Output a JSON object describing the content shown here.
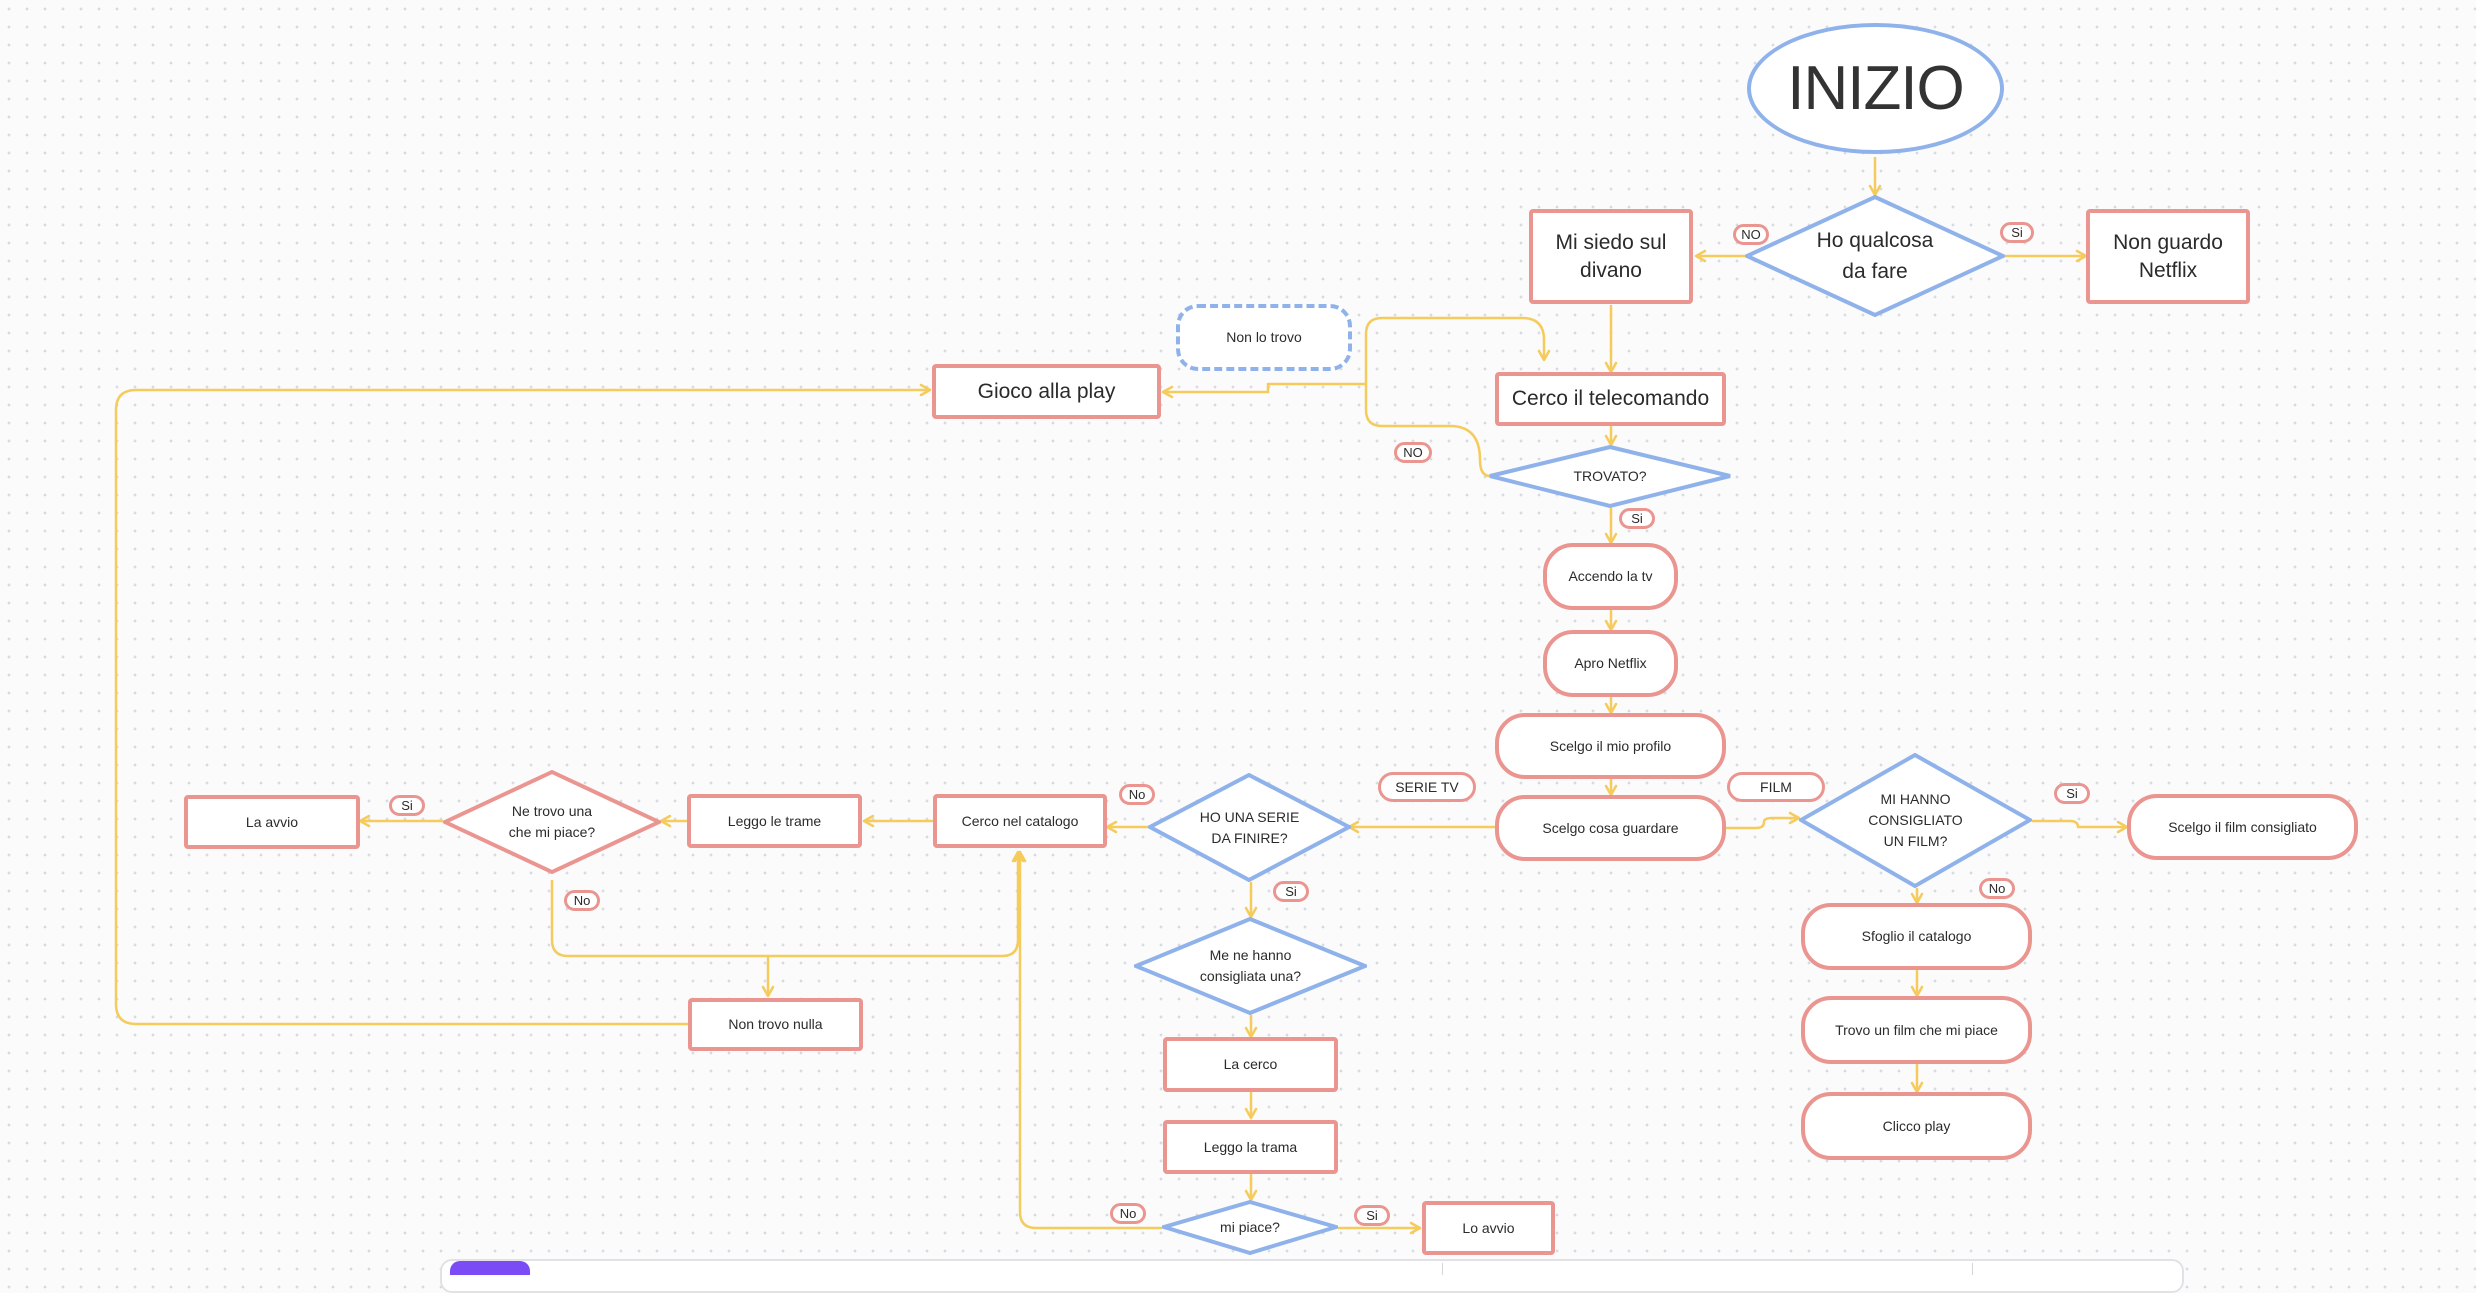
{
  "nodes": {
    "inizio": "INIZIO",
    "ho_qualcosa": "Ho qualcosa\nda fare",
    "mi_siedo": "Mi siedo sul\ndivano",
    "non_guardo": "Non guardo\nNetflix",
    "non_lo_trovo": "Non lo trovo",
    "gioco_play": "Gioco alla play",
    "cerco_telecomando": "Cerco il telecomando",
    "trovato": "TROVATO?",
    "accendo_tv": "Accendo la tv",
    "apro_netflix": "Apro Netflix",
    "scelgo_profilo": "Scelgo il mio profilo",
    "scelgo_guardare": "Scelgo cosa guardare",
    "mi_hanno": "MI HANNO\nCONSIGLIATO\nUN FILM?",
    "scelgo_film": "Scelgo il film consigliato",
    "sfoglio": "Sfoglio il catalogo",
    "trovo_film": "Trovo un film che mi piace",
    "clicco_play": "Clicco play",
    "ho_una_serie": "HO UNA SERIE\nDA FINIRE?",
    "cerco_catalogo": "Cerco nel catalogo",
    "leggo_trame": "Leggo le trame",
    "ne_trovo": "Ne trovo una\nche mi piace?",
    "la_avvio": "La avvio",
    "non_trovo_nulla": "Non trovo nulla",
    "me_ne_hanno": "Me ne hanno\nconsigliata una?",
    "la_cerco": "La cerco",
    "leggo_trama": "Leggo la trama",
    "mi_piace": "mi piace?",
    "lo_avvio": "Lo avvio"
  },
  "tags": {
    "no_upper": "NO",
    "si_upper": "Si",
    "no_trovato": "NO",
    "si_trovato": "Si",
    "serie_tv": "SERIE TV",
    "film": "FILM",
    "no_serie": "No",
    "si_serie": "Si",
    "si_mi_hanno": "Si",
    "no_mi_hanno": "No",
    "si_ne_trovo": "Si",
    "no_ne_trovo": "No",
    "no_mi_piace": "No",
    "si_mi_piace": "Si"
  },
  "colors": {
    "connector": "#f5cb5c",
    "box_border": "#ea9590",
    "decision_border": "#8fb2ea",
    "toolbar_accent": "#7b4cf5"
  }
}
